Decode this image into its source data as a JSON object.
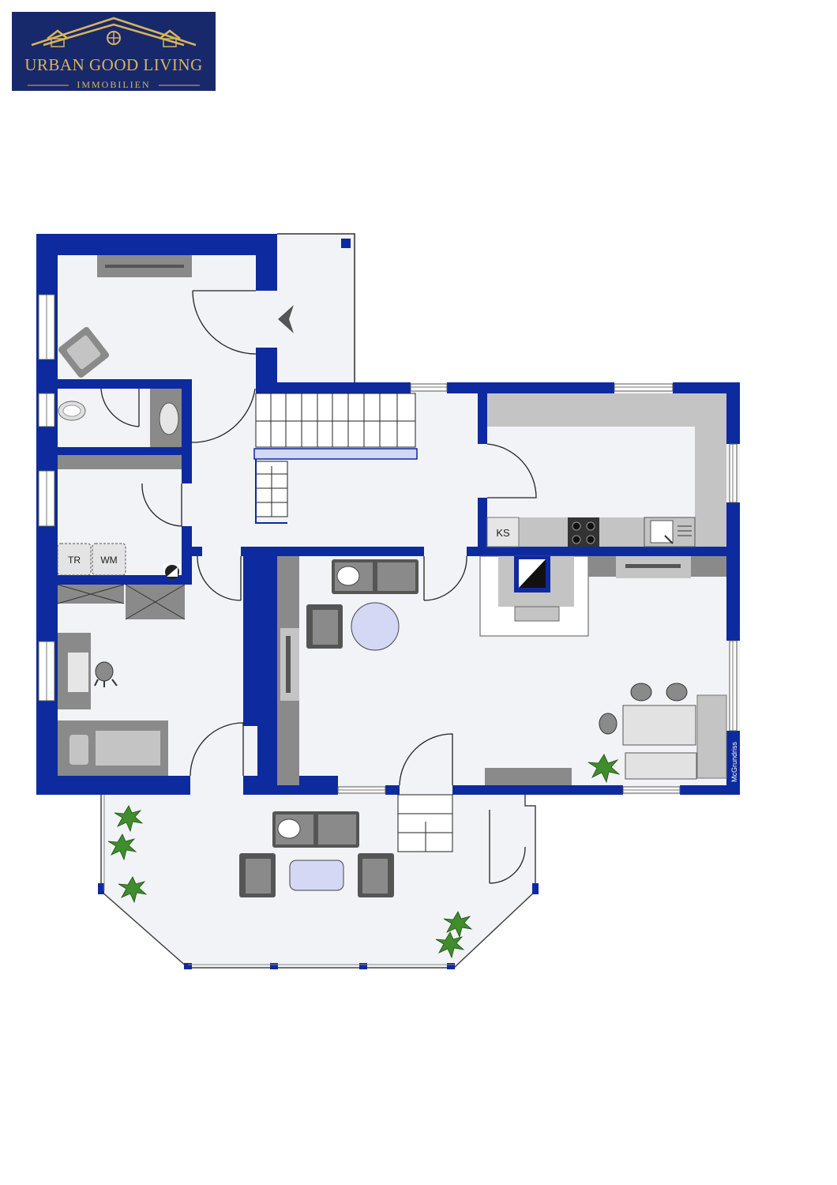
{
  "logo": {
    "title": "URBAN GOOD LIVING",
    "subtitle": "IMMOBILIEN",
    "colors": {
      "background": "#17296b",
      "gold": "#d9b45a"
    }
  },
  "floorplan": {
    "labels": {
      "dryer": "TR",
      "washer": "WM",
      "fridge": "KS",
      "watermark": "McGrundriss"
    },
    "colors": {
      "wall": "#0d2a9e",
      "floor": "#f2f3f6",
      "furniture": "#8a8a8a",
      "furniture_light": "#c4c4c4",
      "table": "#d4d8f5",
      "plant": "#3f8d2c"
    }
  }
}
